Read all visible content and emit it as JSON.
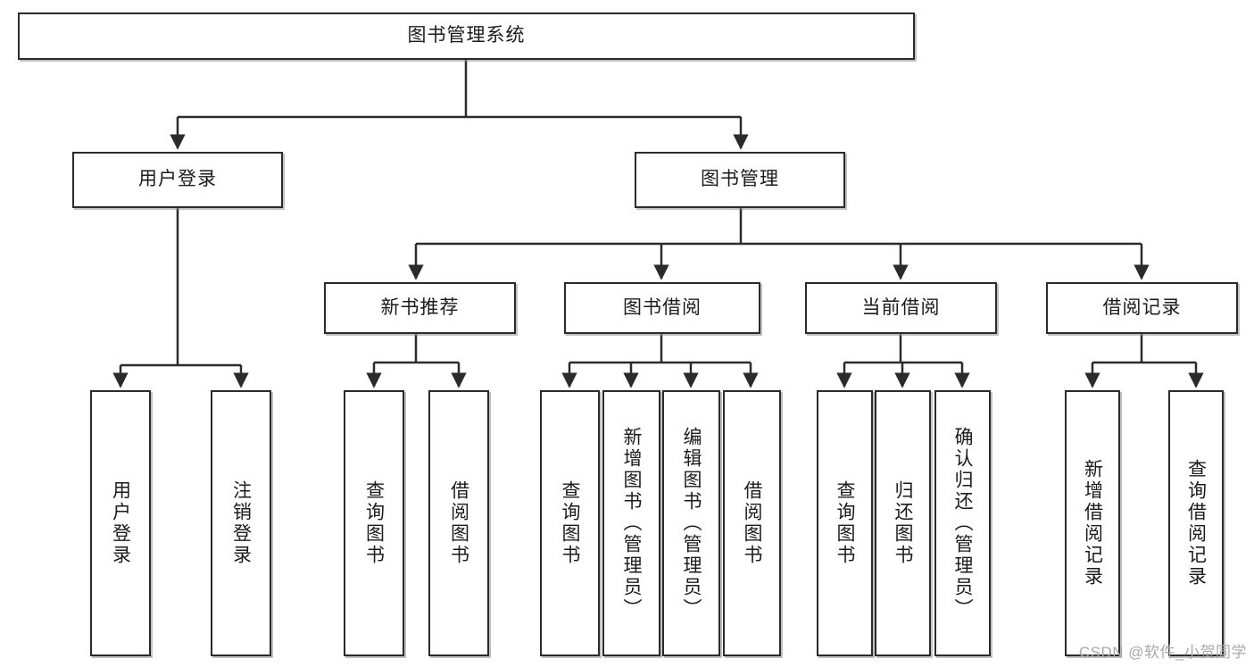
{
  "diagram": {
    "title": "图书管理系统",
    "watermark": "CSDN @软件_小贺同学",
    "colors": {
      "box_border": "#2b2b2b",
      "box_fill": "#ffffff",
      "connector": "#2b2b2b",
      "text": "#1b1b1b",
      "watermark": "#a9a9a9",
      "background": "#ffffff"
    },
    "levels": {
      "root": {
        "label": "图书管理系统"
      },
      "level2": [
        {
          "label": "用户登录"
        },
        {
          "label": "图书管理"
        }
      ],
      "level3": [
        {
          "label": "新书推荐"
        },
        {
          "label": "图书借阅"
        },
        {
          "label": "当前借阅"
        },
        {
          "label": "借阅记录"
        }
      ],
      "leaves": [
        {
          "label": "用户登录",
          "parent": "用户登录"
        },
        {
          "label": "注销登录",
          "parent": "用户登录"
        },
        {
          "label": "查询图书",
          "parent": "新书推荐"
        },
        {
          "label": "借阅图书",
          "parent": "新书推荐"
        },
        {
          "label": "查询图书",
          "parent": "图书借阅"
        },
        {
          "label": "新增图书（管理员）",
          "parent": "图书借阅"
        },
        {
          "label": "编辑图书（管理员）",
          "parent": "图书借阅"
        },
        {
          "label": "借阅图书",
          "parent": "图书借阅"
        },
        {
          "label": "查询图书",
          "parent": "当前借阅"
        },
        {
          "label": "归还图书",
          "parent": "当前借阅"
        },
        {
          "label": "确认归还（管理员）",
          "parent": "当前借阅"
        },
        {
          "label": "新增借阅记录",
          "parent": "借阅记录"
        },
        {
          "label": "查询借阅记录",
          "parent": "借阅记录"
        }
      ]
    }
  }
}
